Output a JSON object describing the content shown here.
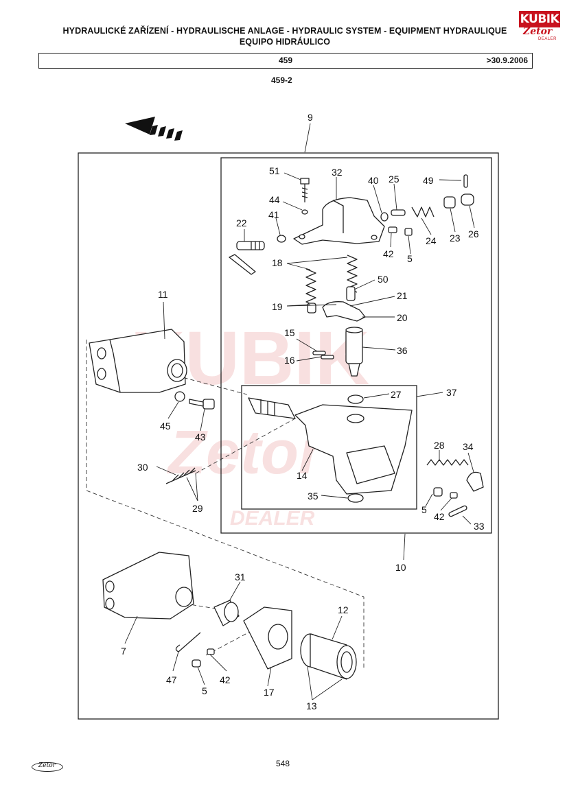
{
  "header": {
    "title_line1": "HYDRAULICKÉ ZAŘÍZENÍ - HYDRAULISCHE ANLAGE - HYDRAULIC SYSTEM - EQUIPMENT HYDRAULIQUE",
    "title_line2": "EQUIPO HIDRÁULICO",
    "group_code": "459",
    "validity": ">30.9.2006",
    "subgroup": "459-2"
  },
  "logo": {
    "brand": "KUBIK",
    "sub": "Zetor",
    "tag": "DEALER"
  },
  "footer": {
    "page": "548",
    "logo_text": "Zetor"
  },
  "watermark": {
    "line1": "KUBIK",
    "line2": "Zetor",
    "line3": "DEALER"
  },
  "callouts": {
    "c51": "51",
    "c32": "32",
    "c40": "40",
    "c25": "25",
    "c49": "49",
    "c44": "44",
    "c41": "41",
    "c22": "22",
    "c24": "24",
    "c23": "23",
    "c26": "26",
    "c42a": "42",
    "c5a": "5",
    "c18": "18",
    "c50": "50",
    "c19": "19",
    "c21": "21",
    "c20": "20",
    "c15": "15",
    "c16": "16",
    "c36": "36",
    "c11": "11",
    "c9": "9",
    "c45": "45",
    "c43": "43",
    "c27": "27",
    "c37": "37",
    "c14": "14",
    "c30": "30",
    "c29": "29",
    "c35": "35",
    "c28": "28",
    "c34": "34",
    "c5b": "5",
    "c42b": "42",
    "c33": "33",
    "c10": "10",
    "c31": "31",
    "c12": "12",
    "c7": "7",
    "c47": "47",
    "c5c": "5",
    "c42c": "42",
    "c17": "17",
    "c13": "13"
  }
}
